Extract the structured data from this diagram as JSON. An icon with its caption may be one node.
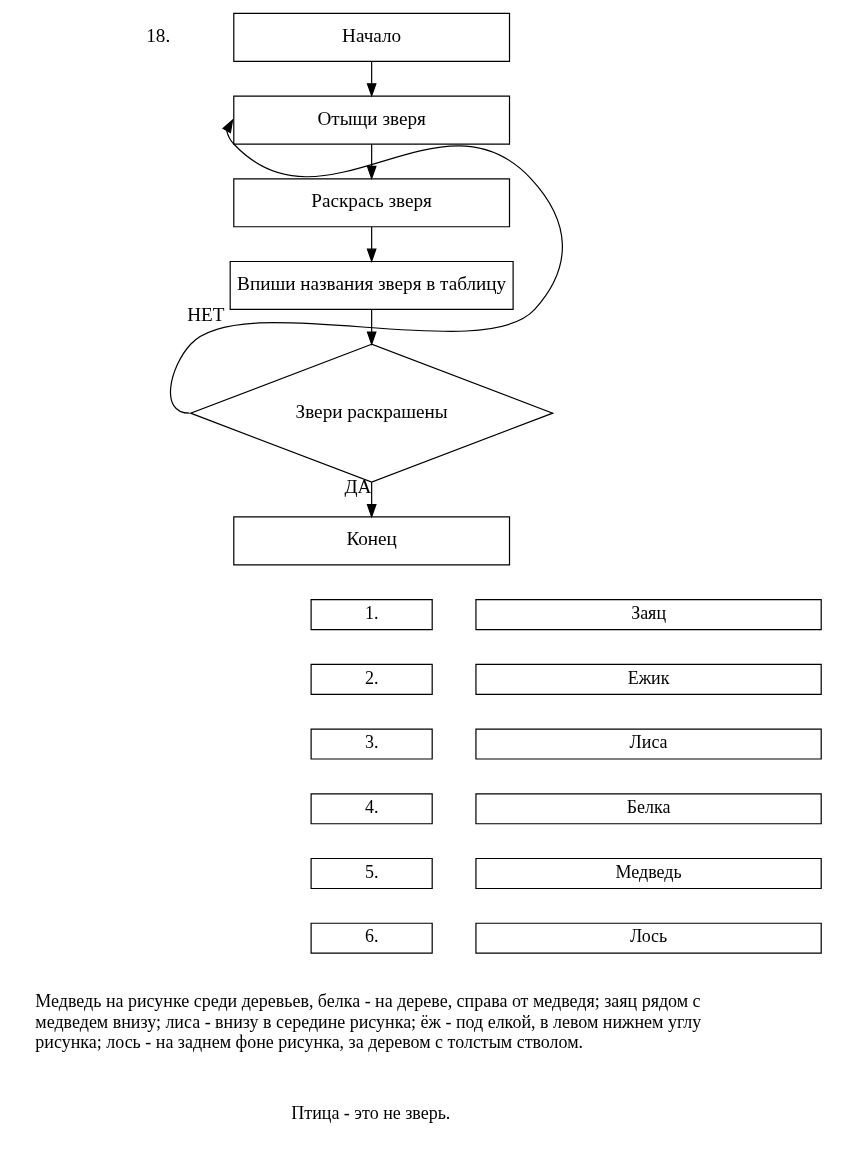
{
  "diagram": {
    "nodes": [
      {
        "text": [
          "Начало"
        ]
      },
      {
        "text": [
          "Отыщи зверя"
        ]
      },
      {
        "text": [
          "Раскрась зверя"
        ]
      },
      {
        "text": [
          "Впиши названия зверя в таблицу"
        ]
      },
      {
        "text": [
          "Звери раскрашены"
        ]
      },
      {
        "text": [
          "Конец"
        ]
      }
    ],
    "edges": [
      {
        "from": 0,
        "to": 1,
        "arrow": "to"
      },
      {
        "from": 1,
        "to": 2,
        "arrow": "to"
      },
      {
        "from": 2,
        "to": 3,
        "arrow": "to"
      },
      {
        "from": 3,
        "to": 4,
        "arrow": "to"
      },
      {
        "from": 4,
        "to": 5,
        "arrow": "to",
        "label": "ДА"
      },
      {
        "from": 4,
        "to": 1,
        "arrow": "to",
        "label": "НЕТ"
      }
    ],
    "labels": [
      "18.",
      "1.",
      "Заяц",
      "2.",
      "Ежик",
      "3.",
      "Лиса",
      "4.",
      "Белка",
      "5.",
      "Медведь",
      "6.",
      "Лось",
      "Медведь на рисунке среди деревьев, белка - на дереве, справа от медведя; заяц рядом с медведем внизу; лиса - внизу в середине рисунка; ёж - под елкой, в левом нижнем углу рисунка; лось - на заднем фоне рисунка, за деревом с толстым стволом.",
      "Птица - это не зверь."
    ]
  }
}
